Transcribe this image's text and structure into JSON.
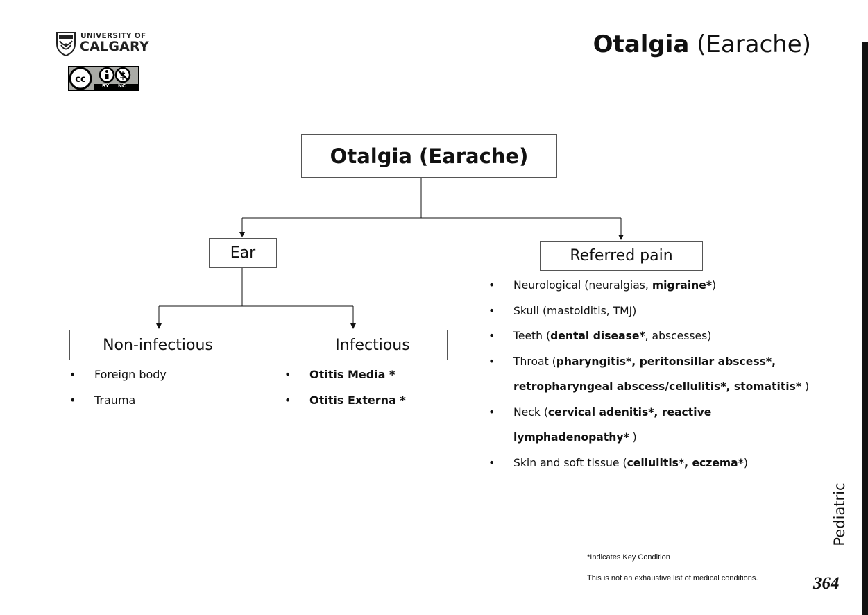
{
  "header": {
    "logo_line1": "UNIVERSITY OF",
    "logo_line2": "CALGARY",
    "license_by": "BY",
    "license_nc": "NC",
    "title_bold": "Otalgia",
    "title_rest": " (Earache)"
  },
  "diagram": {
    "root": "Otalgia (Earache)",
    "ear": "Ear",
    "referred": "Referred pain",
    "noninfectious": "Non-infectious",
    "infectious": "Infectious",
    "noninfectious_items": [
      "Foreign body",
      "Trauma"
    ],
    "infectious_items": [
      "Otitis Media *",
      "Otitis Externa *"
    ],
    "referred_items": {
      "neuro_a": "Neurological (neuralgias, ",
      "neuro_b": "migraine*",
      "neuro_c": ")",
      "skull": "Skull (mastoiditis, TMJ)",
      "teeth_a": "Teeth (",
      "teeth_b": "dental disease*",
      "teeth_c": ", abscesses)",
      "throat_a": "Throat (",
      "throat_b": "pharyngitis*, peritonsillar abscess*,",
      "throat_c": "retropharyngeal abscess/cellulitis*, stomatitis*",
      "throat_d": " )",
      "neck_a": "Neck (",
      "neck_b": "cervical adenitis*, reactive",
      "neck_c": "lymphadenopathy*",
      "neck_d": " )",
      "skin_a": "Skin and soft tissue (",
      "skin_b": "cellulitis*, eczema*",
      "skin_c": ")"
    },
    "bullet": "•"
  },
  "side_label": "Pediatric",
  "footer": {
    "note1": "*Indicates Key Condition",
    "note2": "This is not an exhaustive list of medical conditions.",
    "page_number": "364"
  }
}
